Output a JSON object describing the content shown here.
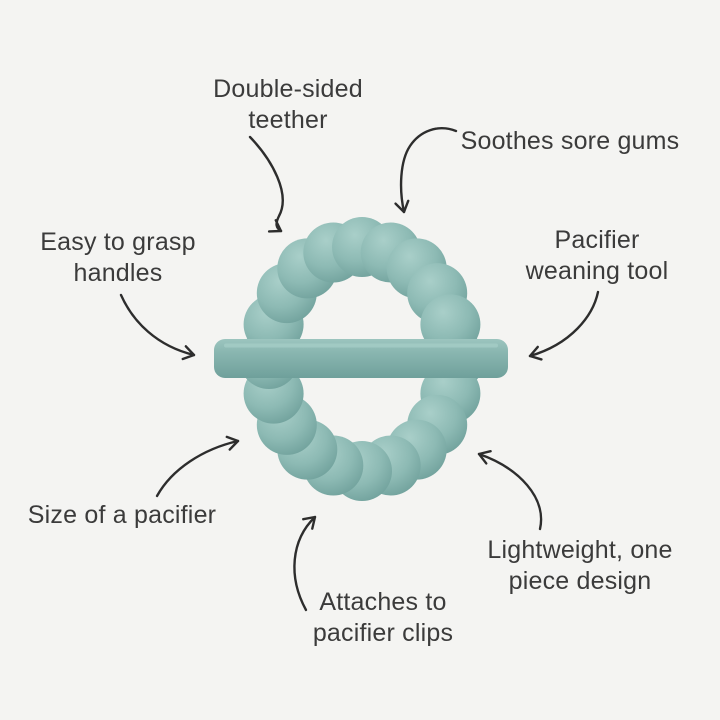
{
  "page": {
    "background_color": "#f4f4f2",
    "text_color": "#3b3b3b",
    "arrow_color": "#2d2d2d"
  },
  "product": {
    "name": "beaded teether ring with crossbar",
    "bead_color_highlight": "#a9cfc9",
    "bead_color_mid": "#8dbab4",
    "bead_color_shadow": "#6d9e99",
    "bar_color_top": "#9cc5bf",
    "bar_color_mid": "#89b6b0",
    "bar_color_bottom": "#6fa09b"
  },
  "labels": [
    {
      "id": "double-sided-teether",
      "lines": [
        "Double-sided",
        "teether"
      ]
    },
    {
      "id": "soothes-sore-gums",
      "lines": [
        "Soothes sore gums"
      ]
    },
    {
      "id": "easy-to-grasp-handles",
      "lines": [
        "Easy to grasp",
        "handles"
      ]
    },
    {
      "id": "pacifier-weaning-tool",
      "lines": [
        "Pacifier",
        "weaning tool"
      ]
    },
    {
      "id": "size-of-a-pacifier",
      "lines": [
        "Size of a pacifier"
      ]
    },
    {
      "id": "attaches-to-pacifier-clips",
      "lines": [
        "Attaches to",
        "pacifier clips"
      ]
    },
    {
      "id": "lightweight-one-piece-design",
      "lines": [
        "Lightweight, one",
        "piece design"
      ]
    }
  ]
}
